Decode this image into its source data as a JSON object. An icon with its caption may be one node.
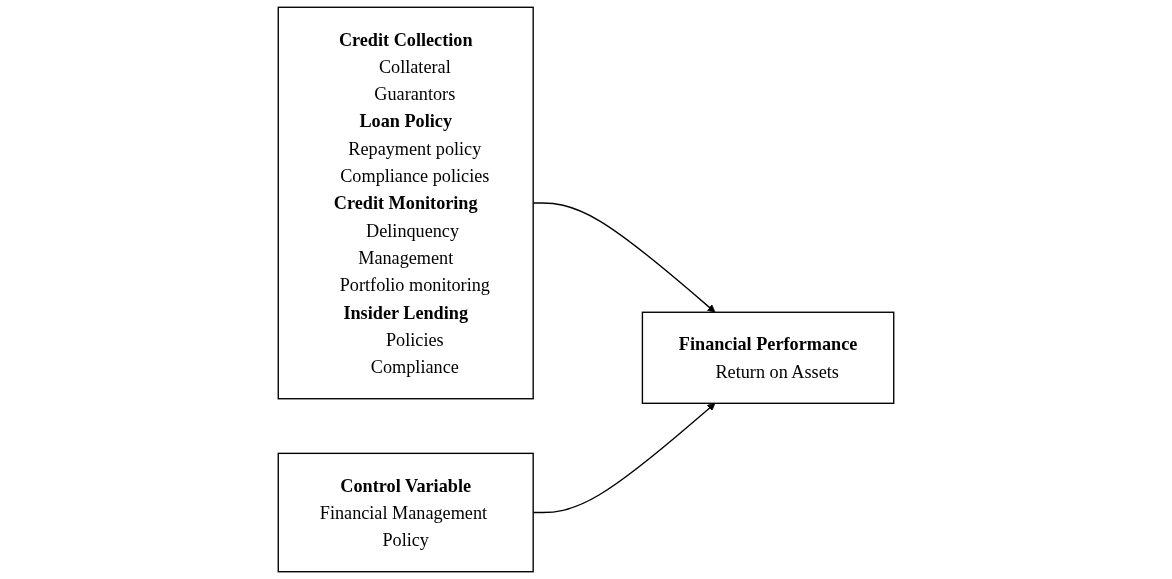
{
  "diagram": {
    "nodes": [
      {
        "text": [
          "Credit Collection",
          "Collateral",
          "Guarantors",
          "Loan Policy",
          "Repayment policy",
          "Compliance policies",
          "Credit Monitoring",
          "Delinquency Management",
          "Portfolio monitoring",
          "Insider Lending",
          "Policies",
          "Compliance"
        ]
      },
      {
        "text": [
          "Financial Performance",
          "Return on Assets"
        ]
      },
      {
        "text": [
          "Control Variable",
          "Financial Management Policy"
        ]
      }
    ],
    "edges": [
      {
        "from": 0,
        "to": 1,
        "arrow": "to"
      },
      {
        "from": 2,
        "to": 1,
        "arrow": "to"
      }
    ]
  }
}
